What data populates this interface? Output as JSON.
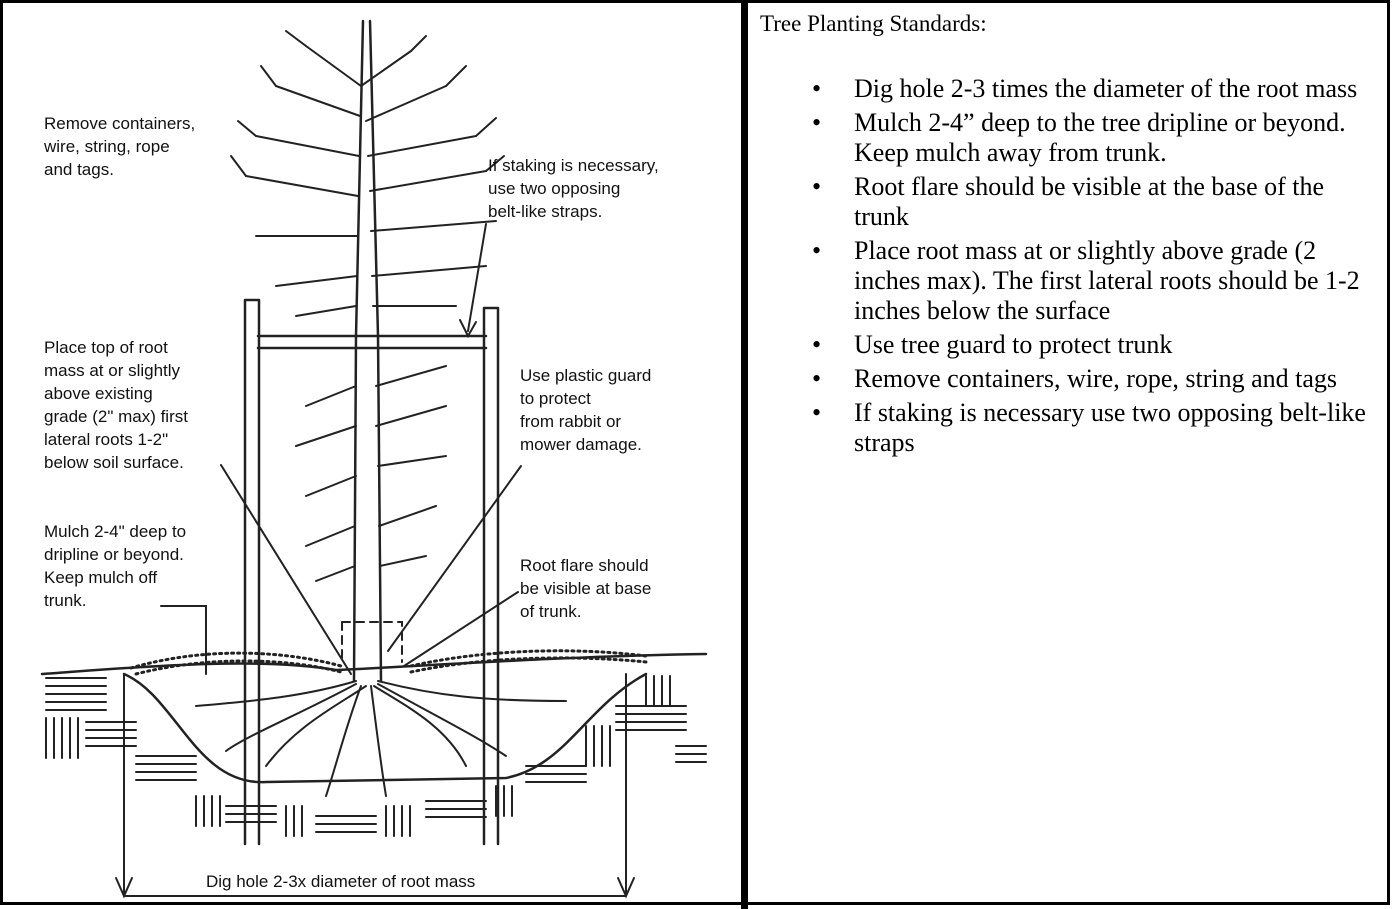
{
  "diagram": {
    "labels": {
      "remove_containers": "Remove containers,\nwire, string, rope\nand tags.",
      "staking": "If staking is necessary,\nuse two opposing\nbelt-like straps.",
      "root_mass": "Place top of root\nmass at or slightly\nabove existing\ngrade (2\" max) first\nlateral roots 1-2\"\nbelow soil surface.",
      "plastic_guard": "Use plastic guard\nto protect\nfrom rabbit or\nmower damage.",
      "mulch": "Mulch 2-4\" deep to\ndripline or beyond.\nKeep mulch off\ntrunk.",
      "root_flare": "Root flare should\nbe visible at base\nof trunk.",
      "dig_hole": "Dig hole 2-3x diameter of root mass"
    }
  },
  "standards": {
    "title": "Tree Planting Standards:",
    "items": [
      "Dig hole 2-3 times the diameter of the root mass",
      "Mulch 2-4” deep to the tree dripline or beyond. Keep mulch away from trunk.",
      "Root flare should be visible at the base of the trunk",
      "Place root mass at or slightly above grade (2 inches max). The first lateral roots should be 1-2 inches below the surface",
      "Use tree guard to protect trunk",
      "Remove containers, wire, rope, string and tags",
      "If staking is necessary use two opposing belt-like straps"
    ]
  }
}
